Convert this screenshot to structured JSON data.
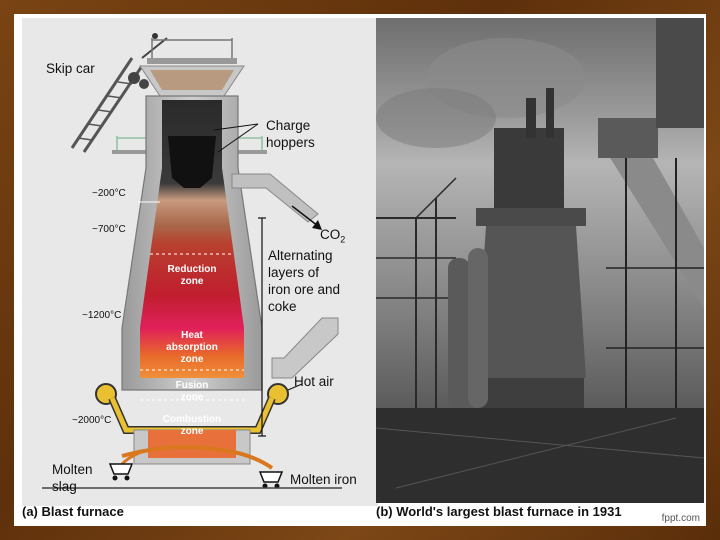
{
  "panel_a": {
    "caption": "(a) Blast furnace",
    "labels": {
      "skip_car": "Skip car",
      "charge_hoppers_1": "Charge",
      "charge_hoppers_2": "hoppers",
      "co2": "CO",
      "co2_sub": "2",
      "alternating_1": "Alternating",
      "alternating_2": "layers of",
      "alternating_3": "iron ore and",
      "alternating_4": "coke",
      "hot_air": "Hot air",
      "molten_slag_1": "Molten",
      "molten_slag_2": "slag",
      "molten_iron": "Molten iron"
    },
    "temps": [
      "~200°C",
      "~700°C",
      "~1200°C",
      "~2000°C"
    ],
    "zones": {
      "reduction_1": "Reduction",
      "reduction_2": "zone",
      "heat_1": "Heat",
      "heat_2": "absorption",
      "heat_3": "zone",
      "fusion_1": "Fusion",
      "fusion_2": "zone",
      "combustion_1": "Combustion",
      "combustion_2": "zone"
    }
  },
  "panel_b": {
    "caption": "(b) World's largest blast furnace in 1931"
  },
  "footer": "fppt.com",
  "colors": {
    "frame": "#6b3a10",
    "panel_bg": "#e8e8e8",
    "furnace_wall": "#b8b8b8",
    "heat_zone": "#c0202f",
    "hot_air_pipe": "#e8c030",
    "molten_iron": "#d9781e"
  }
}
